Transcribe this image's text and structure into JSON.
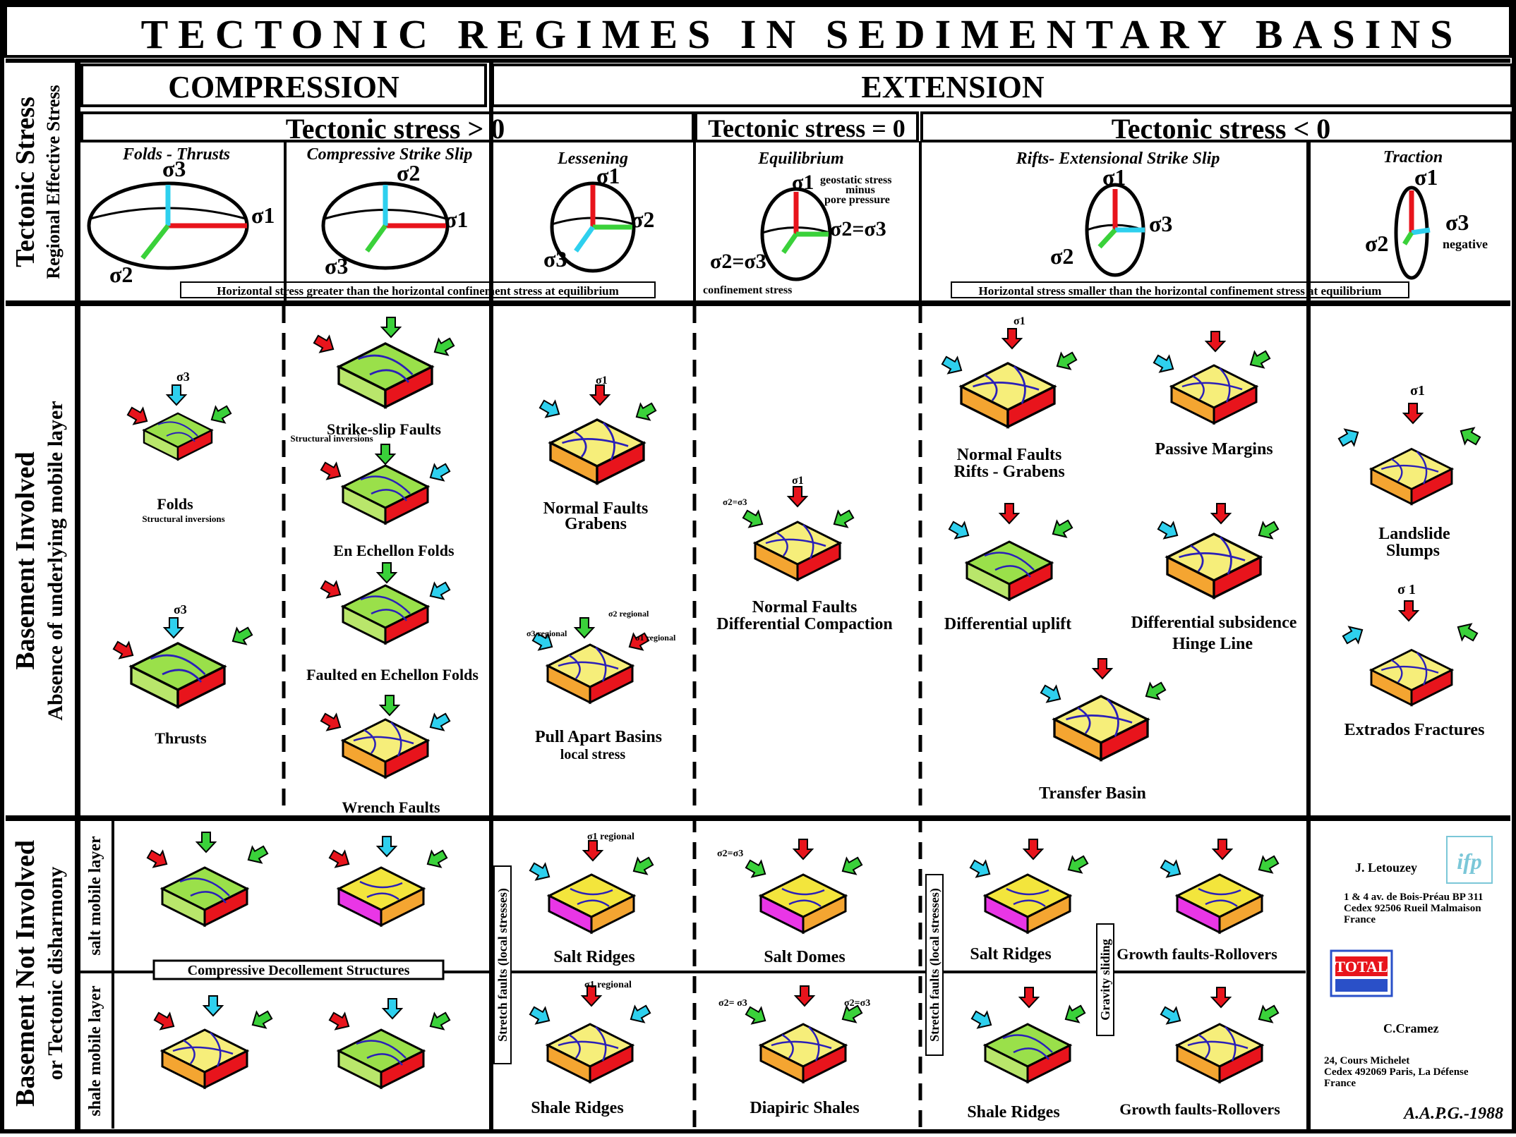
{
  "title": "TECTONIC REGIMES IN SEDIMENTARY BASINS",
  "row_labels": {
    "stress_main": "Tectonic Stress",
    "stress_sub": "Regional Effective Stress",
    "involved_main": "Basement Involved",
    "involved_sub": "Absence of underlying mobile layer",
    "notinvolved_main": "Basement Not Involved",
    "notinvolved_sub": "or Tectonic disharmony",
    "salt_layer": "salt mobile layer",
    "shale_layer": "shale mobile layer"
  },
  "regimes": {
    "compression": "COMPRESSION",
    "extension": "EXTENSION"
  },
  "stress_states": {
    "positive": "Tectonic stress > 0",
    "zero": "Tectonic stress = 0",
    "negative": "Tectonic stress < 0"
  },
  "ellipsoids": {
    "folds_thrusts": "Folds - Thrusts",
    "compressive_strike_slip": "Compressive Strike Slip",
    "lessening": "Lessening",
    "equilibrium": "Equilibrium",
    "rifts": "Rifts- Extensional Strike Slip",
    "traction": "Traction"
  },
  "sigma": {
    "s1": "σ1",
    "s2": "σ2",
    "s3": "σ3",
    "s2eq3": "σ2=σ3",
    "s1_regional": "σ1 regional",
    "s2_regional": "σ2 regional",
    "s3_regional": "σ3 regional",
    "s1_short": "σ1",
    "s1_spaced": "σ 1",
    "s2_s3": "σ2= σ3",
    "s2eq3b": "σ2=σ3"
  },
  "equilibrium_notes": {
    "geostatic": "geostatic stress",
    "minus": "minus",
    "pore": "pore pressure",
    "confinement": "confinement stress"
  },
  "traction_note": "negative",
  "notes": {
    "greater": "Horizontal stress greater than the horizontal confinement stress at equilibrium",
    "smaller": "Horizontal stress smaller than the horizontal confinement stress at equilibrium"
  },
  "basement_involved": {
    "folds": "Folds",
    "folds_sub": "Structural inversions",
    "thrusts": "Thrusts",
    "strike_slip": "Strike-slip Faults",
    "strike_slip_sub": "Structural inversions",
    "en_echelon": "En Echellon Folds",
    "faulted_en_echelon": "Faulted en Echellon Folds",
    "wrench": "Wrench Faults",
    "normal_grabens_1": "Normal Faults",
    "normal_grabens_2": "Grabens",
    "pull_apart_1": "Pull Apart Basins",
    "pull_apart_2": "local stress",
    "diff_compaction_1": "Normal Faults",
    "diff_compaction_2": "Differential Compaction",
    "rifts_1": "Normal Faults",
    "rifts_2": "Rifts - Grabens",
    "passive_margins": "Passive Margins",
    "diff_uplift": "Differential uplift",
    "diff_subsidence_1": "Differential subsidence",
    "diff_subsidence_2": "Hinge Line",
    "transfer_basin": "Transfer Basin",
    "landslide_1": "Landslide",
    "landslide_2": "Slumps",
    "extrados": "Extrados Fractures"
  },
  "basement_not_involved": {
    "decollement": "Compressive Decollement Structures",
    "stretch_faults": "Stretch faults (local stresses)",
    "gravity_sliding": "Gravity sliding",
    "salt_ridges": "Salt Ridges",
    "salt_domes": "Salt Domes",
    "salt_ridges_2": "Salt Ridges",
    "growth_faults_1": "Growth faults-Rollovers",
    "shale_ridges": "Shale Ridges",
    "diapiric_shales": "Diapiric Shales",
    "shale_ridges_2": "Shale Ridges",
    "growth_faults_2": "Growth faults-Rollovers"
  },
  "credits": {
    "author1": "J. Letouzey",
    "addr1_line1": "1 & 4 av. de Bois-Préau BP 311",
    "addr1_line2": "Cedex 92506 Rueil Malmaison",
    "addr1_line3": "France",
    "author2": "C.Cramez",
    "addr2_line1": "24, Cours Michelet",
    "addr2_line2": "Cedex 492069 Paris, La Défense",
    "addr2_line3": "France",
    "source": "A.A.P.G.-1988",
    "logo_ifp": "ifp",
    "logo_total": "TOTAL"
  },
  "colors": {
    "sigma1": "#e8141c",
    "sigma2": "#3ad13a",
    "sigma3": "#2ed0ee",
    "green_layer": "#9ae04a",
    "yellow_layer": "#f6ee7a",
    "orange_layer": "#f4a531",
    "red_basement": "#e8141c",
    "pink_salt": "#e936e6",
    "fault_blue": "#2a1fb8"
  }
}
